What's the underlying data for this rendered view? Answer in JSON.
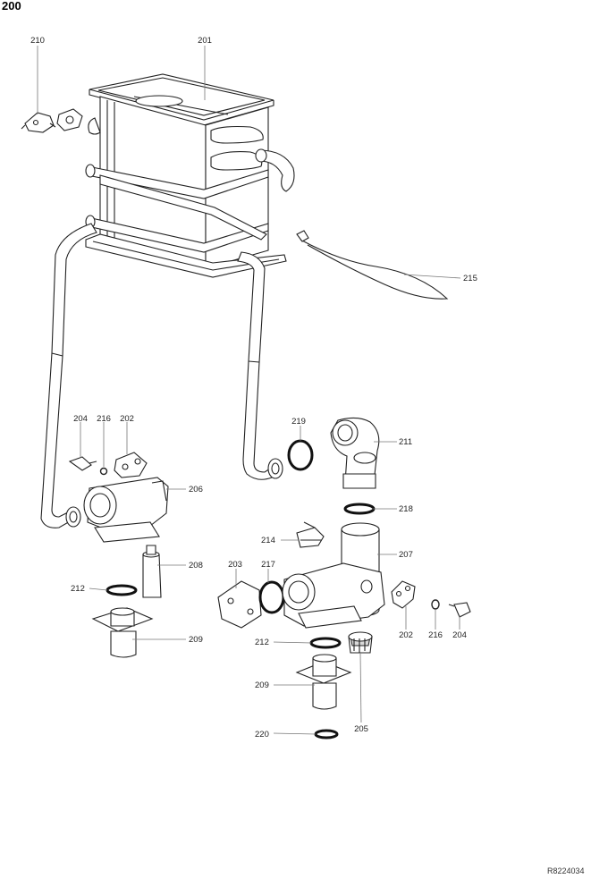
{
  "page_number": "200",
  "drawing_ref": "R8224034",
  "callouts": {
    "c201": "201",
    "c210": "210",
    "c215": "215",
    "c204a": "204",
    "c216a": "216",
    "c202a": "202",
    "c219": "219",
    "c211": "211",
    "c206": "206",
    "c218": "218",
    "c214": "214",
    "c207": "207",
    "c208": "208",
    "c203": "203",
    "c217": "217",
    "c212a": "212",
    "c202b": "202",
    "c216b": "216",
    "c204b": "204",
    "c209a": "209",
    "c212b": "212",
    "c209b": "209",
    "c205": "205",
    "c220": "220"
  }
}
